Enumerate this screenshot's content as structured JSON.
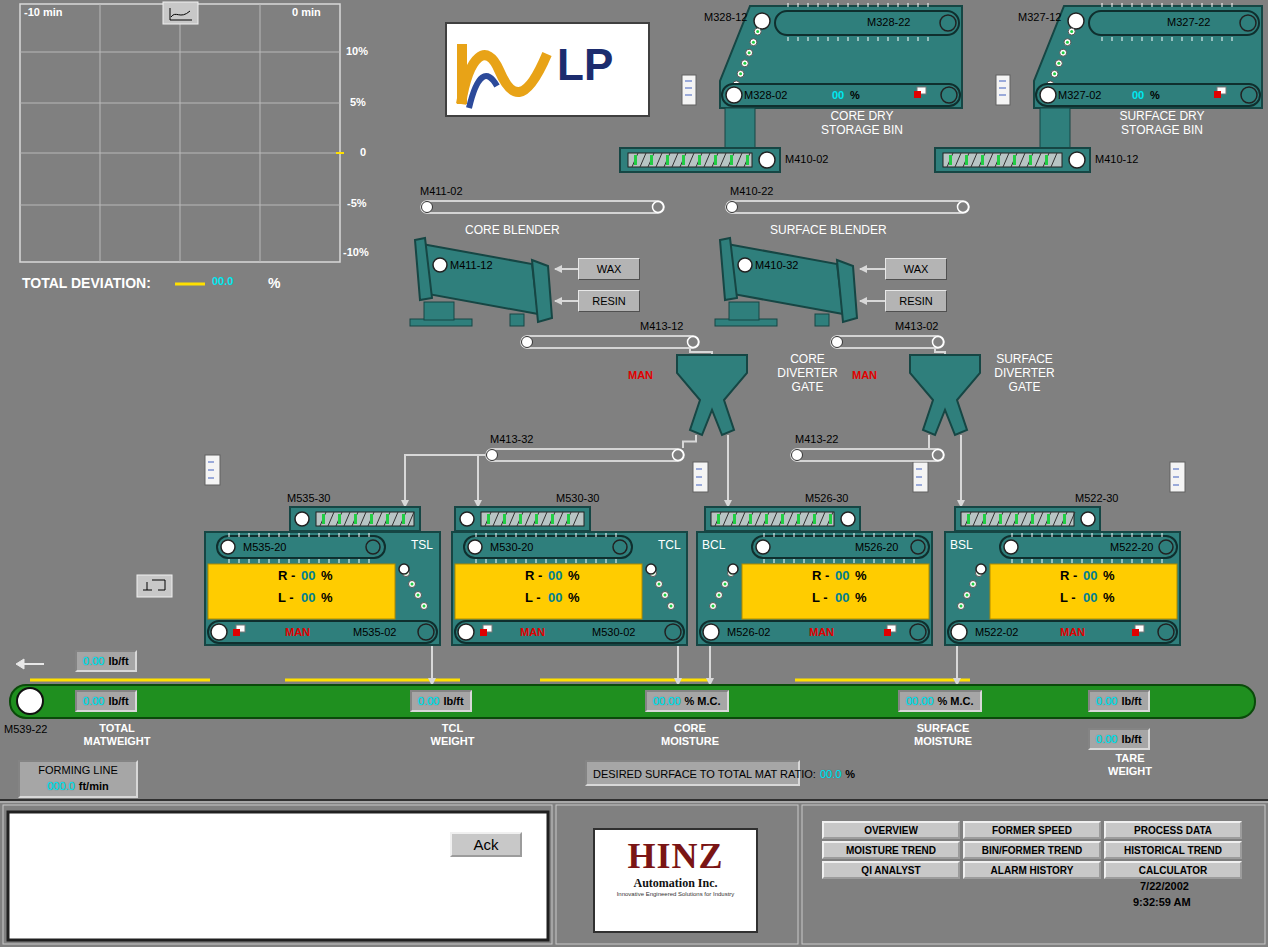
{
  "diagram": {
    "nodes": [
      {
        "text": [
          "LP"
        ]
      },
      {
        "text": [
          "M328-12",
          "M328-22",
          "M328-02",
          "00",
          "%",
          "CORE DRY STORAGE BIN"
        ]
      },
      {
        "text": [
          "M327-12",
          "M327-22",
          "M327-02",
          "00",
          "%",
          "SURFACE DRY STORAGE BIN"
        ]
      },
      {
        "text": [
          "M410-02"
        ]
      },
      {
        "text": [
          "M410-12"
        ]
      },
      {
        "text": [
          "M411-02"
        ]
      },
      {
        "text": [
          "M410-22"
        ]
      },
      {
        "text": [
          "CORE BLENDER",
          "M411-12"
        ]
      },
      {
        "text": [
          "WAX"
        ]
      },
      {
        "text": [
          "RESIN"
        ]
      },
      {
        "text": [
          "SURFACE BLENDER",
          "M410-32"
        ]
      },
      {
        "text": [
          "WAX"
        ]
      },
      {
        "text": [
          "RESIN"
        ]
      },
      {
        "text": [
          "M413-12"
        ]
      },
      {
        "text": [
          "M413-02"
        ]
      },
      {
        "text": [
          "MAN",
          "CORE DIVERTER GATE"
        ]
      },
      {
        "text": [
          "MAN",
          "SURFACE DIVERTER GATE"
        ]
      },
      {
        "text": [
          "M413-32"
        ]
      },
      {
        "text": [
          "M413-22"
        ]
      },
      {
        "text": [
          "M535-30",
          "TSL",
          "M535-20",
          "R -",
          "00",
          "%",
          "L -",
          "00",
          "%",
          "MAN",
          "M535-02"
        ]
      },
      {
        "text": [
          "M530-30",
          "TCL",
          "M530-20",
          "R -",
          "00",
          "%",
          "L -",
          "00",
          "%",
          "MAN",
          "M530-02"
        ]
      },
      {
        "text": [
          "M526-30",
          "BCL",
          "M526-20",
          "R -",
          "00",
          "%",
          "L -",
          "00",
          "%",
          "MAN",
          "M526-02"
        ]
      },
      {
        "text": [
          "M522-30",
          "BSL",
          "M522-20",
          "R -",
          "00",
          "%",
          "L -",
          "00",
          "%",
          "MAN",
          "M522-02"
        ]
      },
      {
        "text": [
          "0.00",
          "lb/ft"
        ]
      },
      {
        "text": [
          "M539-22"
        ]
      },
      {
        "text": [
          "0.00",
          "lb/ft"
        ],
        "in": 24
      },
      {
        "text": [
          "0.00",
          "lb/ft"
        ],
        "in": 24
      },
      {
        "text": [
          "00.00",
          "% M.C."
        ],
        "in": 24
      },
      {
        "text": [
          "00.00",
          "% M.C."
        ],
        "in": 24
      },
      {
        "text": [
          "0.00",
          "lb/ft"
        ],
        "in": 24
      },
      {
        "text": [
          "0.00",
          "lb/ft"
        ]
      },
      {
        "text": [
          "FORMING LINE",
          "000.0",
          "ft/min"
        ]
      },
      {
        "text": [
          "DESIRED SURFACE TO TOTAL MAT RATIO:",
          "00.0",
          "%"
        ]
      },
      {
        "text": [
          "Ack"
        ]
      },
      {
        "text": [
          "HINZ",
          "Automation Inc.",
          "Innovative Engineered Solutions for Industry"
        ]
      },
      {
        "text": [
          "OVERVIEW"
        ]
      },
      {
        "text": [
          "FORMER SPEED"
        ]
      },
      {
        "text": [
          "PROCESS DATA"
        ]
      },
      {
        "text": [
          "MOISTURE TREND"
        ]
      },
      {
        "text": [
          "BIN/FORMER TREND"
        ]
      },
      {
        "text": [
          "HISTORICAL TREND"
        ]
      },
      {
        "text": [
          "QI ANALYST"
        ]
      },
      {
        "text": [
          "ALARM HISTORY"
        ]
      },
      {
        "text": [
          "CALCULATOR"
        ]
      }
    ],
    "edges": [
      {
        "from": 8,
        "to": 7,
        "arrow": "to"
      },
      {
        "from": 9,
        "to": 7,
        "arrow": "to"
      },
      {
        "from": 11,
        "to": 10,
        "arrow": "to"
      },
      {
        "from": 12,
        "to": 10,
        "arrow": "to"
      },
      {
        "from": 13,
        "to": 15,
        "arrow": "none"
      },
      {
        "from": 14,
        "to": 16,
        "arrow": "none"
      },
      {
        "from": 15,
        "to": 17,
        "arrow": "none"
      },
      {
        "from": 16,
        "to": 18,
        "arrow": "none"
      },
      {
        "from": 17,
        "to": 19,
        "arrow": "to"
      },
      {
        "from": 17,
        "to": 20,
        "arrow": "to"
      },
      {
        "from": 15,
        "to": 21,
        "arrow": "to"
      },
      {
        "from": 16,
        "to": 22,
        "arrow": "to"
      },
      {
        "from": 19,
        "to": 24,
        "arrow": "to"
      },
      {
        "from": 20,
        "to": 24,
        "arrow": "to"
      },
      {
        "from": 21,
        "to": 24,
        "arrow": "to"
      },
      {
        "from": 22,
        "to": 24,
        "arrow": "to"
      }
    ],
    "labels": [
      "-10 min",
      "0 min",
      "10%",
      "5%",
      "0",
      "-5%",
      "-10%",
      "TOTAL DEVIATION:",
      "00.0",
      "%",
      "TOTAL MATWEIGHT",
      "TCL WEIGHT",
      "CORE MOISTURE",
      "SURFACE MOISTURE",
      "TARE WEIGHT",
      "7/22/2002",
      "9:32:59 AM"
    ]
  }
}
